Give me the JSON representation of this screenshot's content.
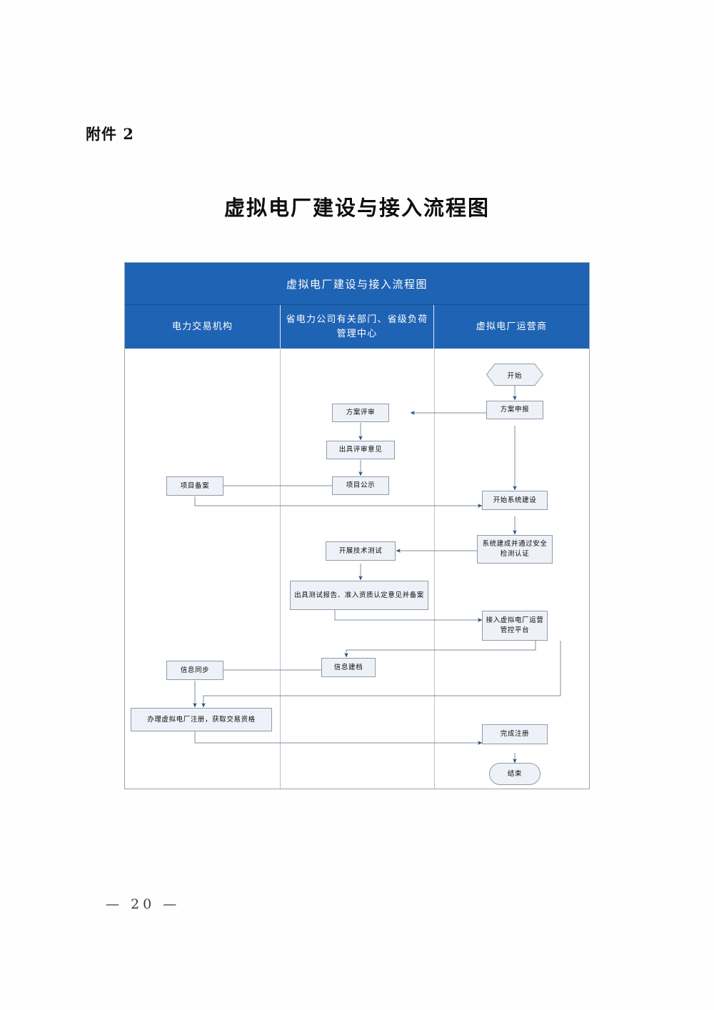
{
  "document": {
    "attachment_label": "附件 2",
    "title": "虚拟电厂建设与接入流程图",
    "page_number": "—  20  —"
  },
  "colors": {
    "header_blue": "#1f63b4",
    "node_fill": "#eef2f8",
    "node_border": "#8f9aa6",
    "connector": "#6a7a8c",
    "arrow": "#1f4e79"
  },
  "diagram": {
    "banner_title": "虚拟电厂建设与接入流程图",
    "lanes": [
      {
        "id": "lane-power-trading",
        "label": "电力交易机构"
      },
      {
        "id": "lane-provincial-power",
        "label": "省电力公司有关部门、省级负荷管理中心"
      },
      {
        "id": "lane-vpp-operator",
        "label": "虚拟电厂运营商"
      }
    ],
    "nodes": [
      {
        "id": "start",
        "lane": 3,
        "shape": "hexagon",
        "label": "开始"
      },
      {
        "id": "plan-submission",
        "lane": 3,
        "shape": "rect",
        "label": "方案申报"
      },
      {
        "id": "plan-review",
        "lane": 2,
        "shape": "rect",
        "label": "方案评审"
      },
      {
        "id": "issue-review-opinion",
        "lane": 2,
        "shape": "rect",
        "label": "出具评审意见"
      },
      {
        "id": "project-publicity",
        "lane": 2,
        "shape": "rect",
        "label": "项目公示"
      },
      {
        "id": "project-filing",
        "lane": 1,
        "shape": "rect",
        "label": "项目备案"
      },
      {
        "id": "start-system-build",
        "lane": 3,
        "shape": "rect",
        "label": "开始系统建设"
      },
      {
        "id": "system-complete",
        "lane": 3,
        "shape": "rect",
        "label": "系统建成并通过安全检测认证"
      },
      {
        "id": "technical-test",
        "lane": 2,
        "shape": "rect",
        "label": "开展技术测试"
      },
      {
        "id": "test-report",
        "lane": 2,
        "shape": "rect",
        "label": "出具测试报告、准入资质认定意见并备案"
      },
      {
        "id": "access-platform",
        "lane": 3,
        "shape": "rect",
        "label": "接入虚拟电厂运营管控平台"
      },
      {
        "id": "info-archive",
        "lane": 2,
        "shape": "rect",
        "label": "信息建档"
      },
      {
        "id": "info-sync",
        "lane": 1,
        "shape": "rect",
        "label": "信息同步"
      },
      {
        "id": "vpp-registration",
        "lane": 1,
        "shape": "rect",
        "label": "办理虚拟电厂注册，获取交易资格"
      },
      {
        "id": "finish-registration",
        "lane": 3,
        "shape": "rect",
        "label": "完成注册"
      },
      {
        "id": "end",
        "lane": 3,
        "shape": "oval",
        "label": "结束"
      }
    ],
    "edges": [
      {
        "from": "start",
        "to": "plan-submission"
      },
      {
        "from": "plan-submission",
        "to": "plan-review"
      },
      {
        "from": "plan-review",
        "to": "issue-review-opinion"
      },
      {
        "from": "issue-review-opinion",
        "to": "project-publicity"
      },
      {
        "from": "project-publicity",
        "to": "project-filing"
      },
      {
        "from": "project-filing",
        "to": "start-system-build"
      },
      {
        "from": "plan-submission",
        "to": "start-system-build"
      },
      {
        "from": "start-system-build",
        "to": "system-complete"
      },
      {
        "from": "system-complete",
        "to": "technical-test"
      },
      {
        "from": "technical-test",
        "to": "test-report"
      },
      {
        "from": "test-report",
        "to": "access-platform"
      },
      {
        "from": "access-platform",
        "to": "info-archive"
      },
      {
        "from": "info-archive",
        "to": "info-sync"
      },
      {
        "from": "info-sync",
        "to": "vpp-registration"
      },
      {
        "from": "access-platform",
        "to": "vpp-registration"
      },
      {
        "from": "vpp-registration",
        "to": "finish-registration"
      },
      {
        "from": "finish-registration",
        "to": "end"
      }
    ]
  }
}
